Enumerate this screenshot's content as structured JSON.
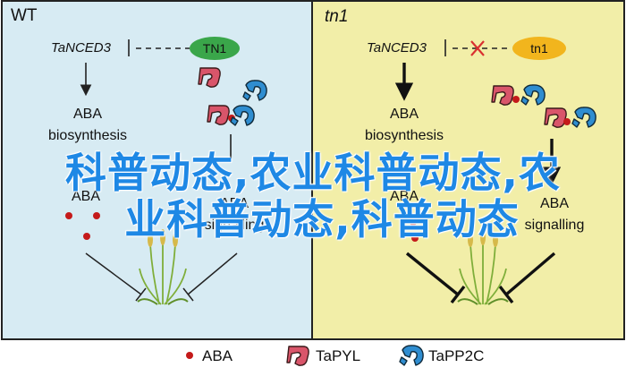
{
  "panels": {
    "wt": {
      "label": "WT",
      "gene": "TaNCED3",
      "regulator": "TN1",
      "aba_biosynthesis_line1": "ABA",
      "aba_biosynthesis_line2": "biosynthesis",
      "aba_signalling_line1": "ABA",
      "aba_signalling_line2": "signalling",
      "aba_bottom": "ABA"
    },
    "tn1": {
      "label": "tn1",
      "gene": "TaNCED3",
      "regulator": "tn1",
      "aba_biosynthesis_line1": "ABA",
      "aba_biosynthesis_line2": "biosynthesis",
      "aba_signalling_line1": "ABA",
      "aba_signalling_line2": "signalling",
      "aba_bottom": "ABA"
    }
  },
  "legend": {
    "aba": "ABA",
    "pyl": "TaPYL",
    "pp2c": "TaPP2C"
  },
  "overlay": {
    "line1": "科普动态,农业科普动态,农",
    "line2": "业科普动态,科普动态"
  },
  "colors": {
    "wt_bg": "#d7ebf3",
    "tn1_bg": "#f2eea8",
    "tn1_oval": "#f2b51d",
    "wt_oval": "#3aa64a",
    "pyl": "#d9556a",
    "pp2c": "#2f8dd0",
    "aba_dot": "#c41a1a",
    "overlay_text": "#1e88e5",
    "cross": "#d93030"
  },
  "icons": [
    "pyl-receptor-icon",
    "pp2c-phosphatase-icon",
    "aba-dot-icon",
    "wheat-plant-icon",
    "cross-icon"
  ]
}
